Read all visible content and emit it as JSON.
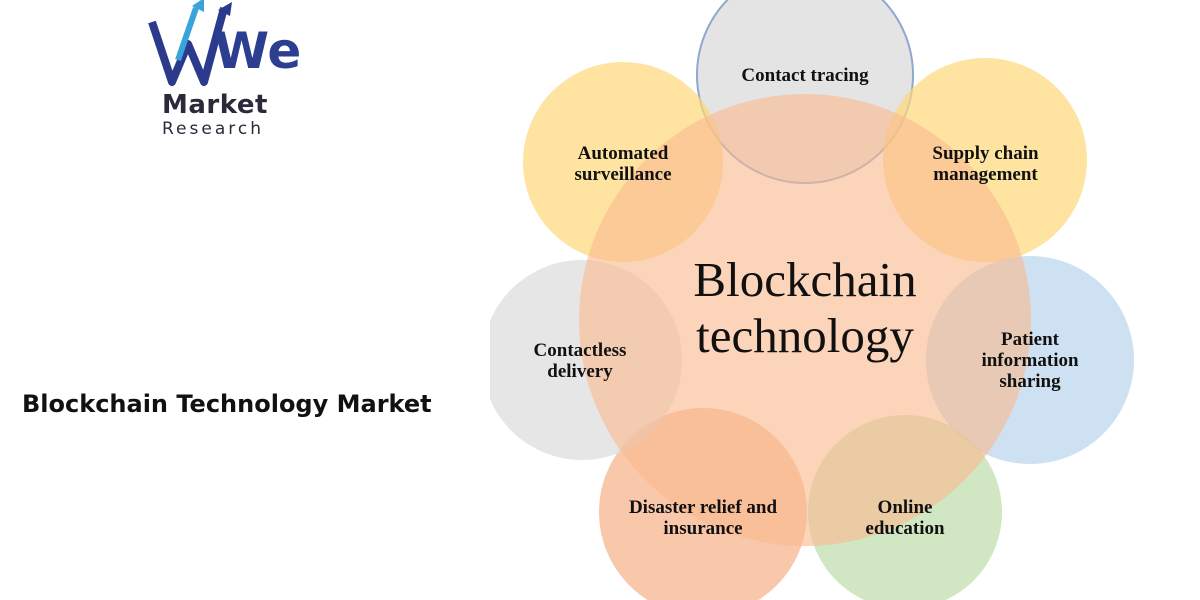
{
  "brand": {
    "logo_text": "We",
    "name_line1": "Market",
    "name_line2": "Research"
  },
  "page": {
    "title": "Blockchain Technology Market"
  },
  "diagram": {
    "center": "Blockchain technology",
    "nodes": [
      {
        "label": "Contact tracing",
        "color": "#d9d9d9"
      },
      {
        "label": "Supply chain management",
        "color": "#fdd978"
      },
      {
        "label": "Patient information sharing",
        "color": "#bdd7ee"
      },
      {
        "label": "Online education",
        "color": "#c5e0b4"
      },
      {
        "label": "Disaster relief and insurance",
        "color": "#f7b48c"
      },
      {
        "label": "Contactless delivery",
        "color": "#dcdcdc"
      },
      {
        "label": "Automated surveillance",
        "color": "#fdd978"
      }
    ],
    "center_color": "#f8b98f"
  }
}
